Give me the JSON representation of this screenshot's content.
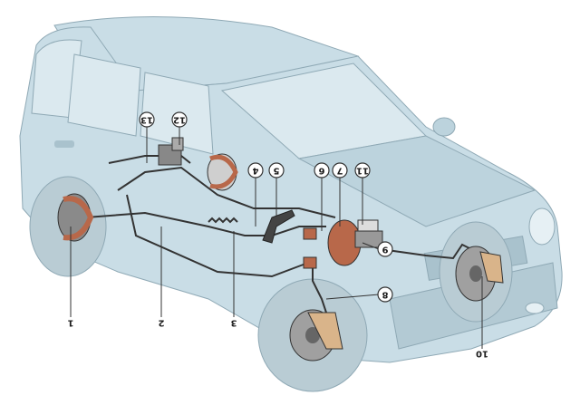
{
  "callouts": [
    {
      "id": "1",
      "label": "1"
    },
    {
      "id": "2",
      "label": "2"
    },
    {
      "id": "3",
      "label": "3"
    },
    {
      "id": "4",
      "label": "4"
    },
    {
      "id": "5",
      "label": "5"
    },
    {
      "id": "6",
      "label": "6"
    },
    {
      "id": "7",
      "label": "7"
    },
    {
      "id": "8",
      "label": "8"
    },
    {
      "id": "9",
      "label": "9"
    },
    {
      "id": "10",
      "label": "10"
    },
    {
      "id": "11",
      "label": "11"
    },
    {
      "id": "12",
      "label": "12"
    },
    {
      "id": "13",
      "label": "13"
    }
  ],
  "colors": {
    "body": "#c9dde6",
    "body_shadow": "#a9c2cd",
    "window": "#dbe9ef",
    "tire": "#b9ccd4",
    "line": "#333333",
    "drum": "#b8684a",
    "disc": "#8a8a8a",
    "caliper": "#d9b48a"
  }
}
